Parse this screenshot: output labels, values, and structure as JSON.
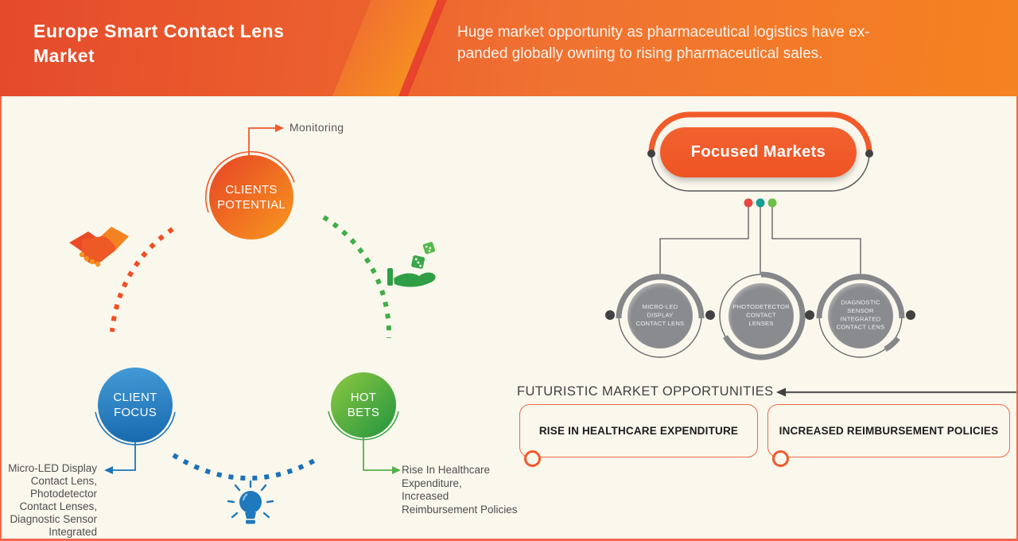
{
  "header": {
    "title": "Europe Smart Contact Lens\nMarket",
    "subtitle": "Huge market opportunity as pharmaceutical logistics have ex-\npanded globally owning to rising pharmaceutical sales."
  },
  "cycle": {
    "monitoring_label": "Monitoring",
    "nodes": [
      {
        "label": "CLIENTS\nPOTENTIAL"
      },
      {
        "label": "CLIENT\nFOCUS"
      },
      {
        "label": "HOT\nBETS"
      }
    ],
    "client_focus_note": "Micro-LED Display\nContact Lens,\nPhotodetector\nContact Lenses,\nDiagnostic Sensor\nIntegrated",
    "hot_bets_note": "Rise In Healthcare\nExpenditure,\nIncreased\nReimbursement Policies",
    "icons": [
      "handshake-icon",
      "dice-hand-icon",
      "lightbulb-icon"
    ]
  },
  "focused_markets": {
    "title": "Focused Markets",
    "items": [
      "MICRO-LED\nDISPLAY\nCONTACT LENS",
      "PHOTODETECTOR\nCONTACT\nLENSES",
      "DIAGNOSTIC\nSENSOR\nINTEGRATED\nCONTACT LENS"
    ]
  },
  "opportunities": {
    "heading": "FUTURISTIC MARKET OPPORTUNITIES",
    "items": [
      "RISE IN HEALTHCARE EXPENDITURE",
      "INCREASED REIMBURSEMENT POLICIES"
    ]
  },
  "colors": {
    "accent_orange": "#f15b2a",
    "accent_blue": "#1b75bc",
    "accent_green": "#3aa748",
    "gray_circle": "#8a8b8e",
    "background_cream": "#faf7ec",
    "dot_red": "#e8473f",
    "dot_teal": "#189e92",
    "dot_green": "#6cbf47",
    "frame_border": "#f2684c"
  }
}
